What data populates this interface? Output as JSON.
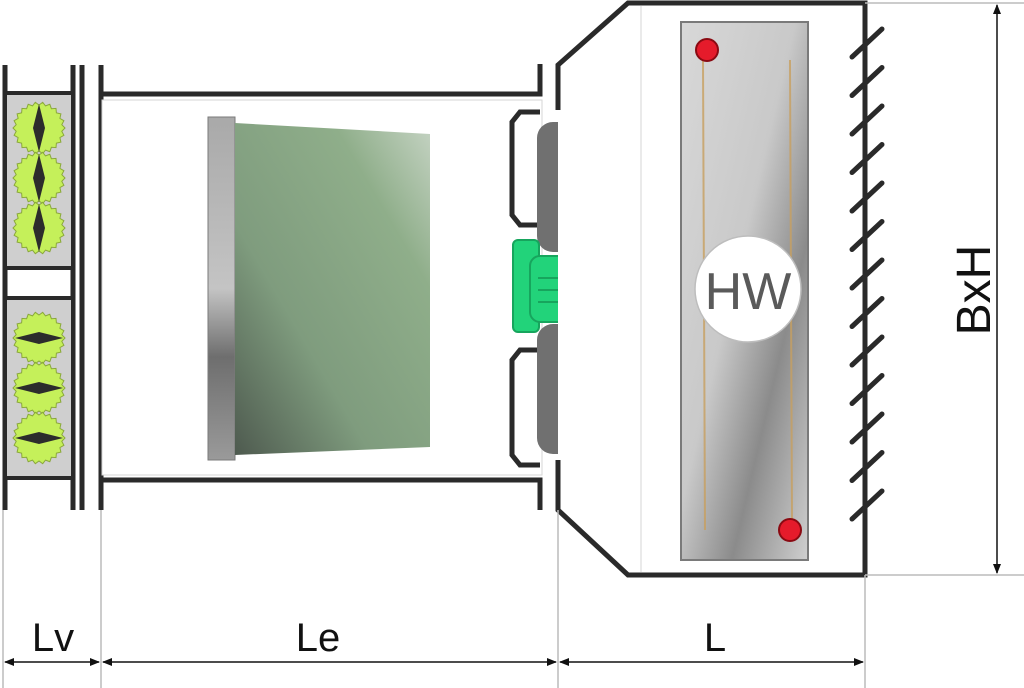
{
  "labels": {
    "lv": "Lv",
    "le": "Le",
    "l": "L",
    "bxh": "BxH",
    "hw": "HW"
  },
  "colors": {
    "outline": "#2a2a2a",
    "damper_blade_bg": "#c5f05a",
    "fan_hub": "#22d37a",
    "heater_dot": "#e51b2b",
    "filter_green": "#8fb08c"
  }
}
